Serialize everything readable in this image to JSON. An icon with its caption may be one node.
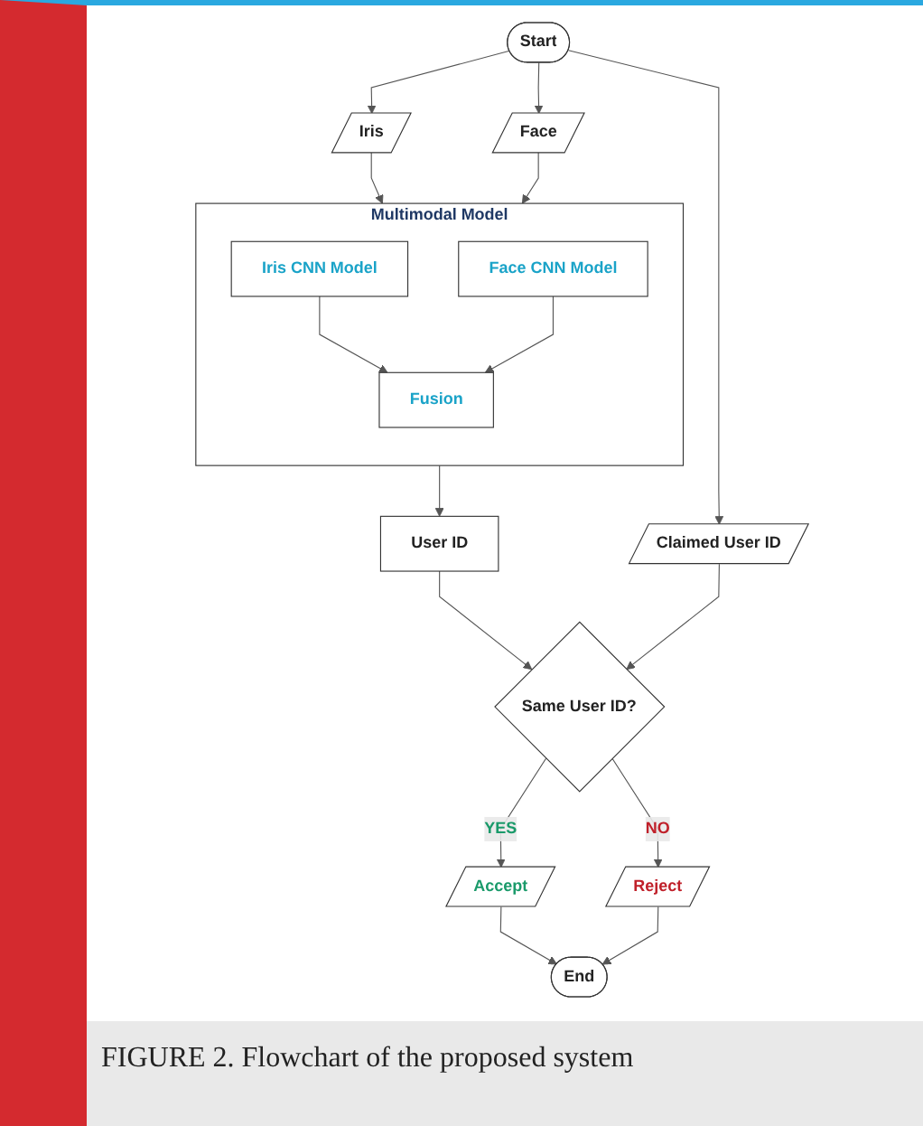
{
  "diagram": {
    "caption": "FIGURE 2. Flowchart of the proposed system",
    "nodes": [
      {
        "text": [
          "Start"
        ]
      },
      {
        "text": [
          "Iris"
        ]
      },
      {
        "text": [
          "Face"
        ]
      },
      {
        "text": [
          "Claimed User ID"
        ]
      },
      {
        "text": [
          "Multimodal Model"
        ]
      },
      {
        "text": [
          "Iris CNN Model"
        ],
        "in": 4
      },
      {
        "text": [
          "Face CNN Model"
        ],
        "in": 4
      },
      {
        "text": [
          "Fusion"
        ],
        "in": 4
      },
      {
        "text": [
          "User ID"
        ]
      },
      {
        "text": [
          "Same User ID?"
        ]
      },
      {
        "text": [
          "Accept"
        ]
      },
      {
        "text": [
          "Reject"
        ]
      },
      {
        "text": [
          "End"
        ]
      }
    ],
    "edges": [
      {
        "from": 0,
        "to": 1,
        "arrow": "to"
      },
      {
        "from": 0,
        "to": 2,
        "arrow": "to"
      },
      {
        "from": 0,
        "to": 3,
        "arrow": "to"
      },
      {
        "from": 1,
        "to": 4,
        "arrow": "to"
      },
      {
        "from": 2,
        "to": 4,
        "arrow": "to"
      },
      {
        "from": 5,
        "to": 7,
        "arrow": "to"
      },
      {
        "from": 6,
        "to": 7,
        "arrow": "to"
      },
      {
        "from": 4,
        "to": 8,
        "arrow": "to"
      },
      {
        "from": 8,
        "to": 9,
        "arrow": "to"
      },
      {
        "from": 3,
        "to": 9,
        "arrow": "to"
      },
      {
        "from": 9,
        "to": 10,
        "label": "YES",
        "arrow": "to"
      },
      {
        "from": 9,
        "to": 11,
        "label": "NO",
        "arrow": "to"
      },
      {
        "from": 10,
        "to": 12,
        "arrow": "to"
      },
      {
        "from": 11,
        "to": 12,
        "arrow": "to"
      }
    ]
  }
}
